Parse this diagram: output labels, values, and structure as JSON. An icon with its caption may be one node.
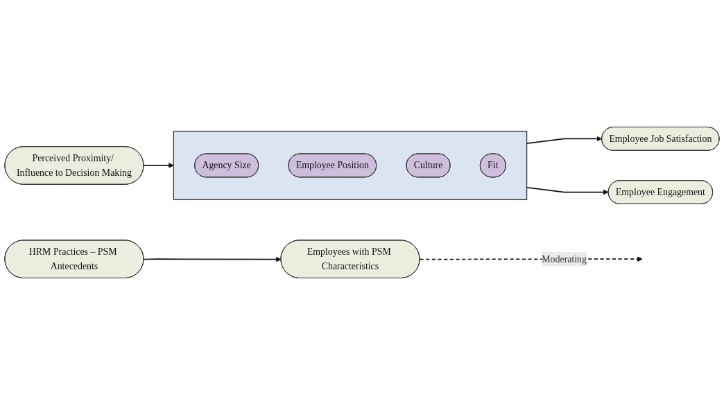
{
  "diagram": {
    "nodes": [
      {
        "text": [
          "Perceived Proximity/ Influence to Decision Making"
        ]
      },
      {
        "text": [],
        "shape": "box"
      },
      {
        "text": [
          "Agency Size"
        ],
        "in": 1
      },
      {
        "text": [
          "Employee Position"
        ],
        "in": 1
      },
      {
        "text": [
          "Culture"
        ],
        "in": 1
      },
      {
        "text": [
          "Fit"
        ],
        "in": 1
      },
      {
        "text": [
          "Employee Job Satisfaction"
        ]
      },
      {
        "text": [
          "Employee Engagement"
        ]
      },
      {
        "text": [
          "HRM Practices – PSM Antecedents"
        ]
      },
      {
        "text": [
          "Employees with PSM Characteristics"
        ]
      }
    ],
    "edges": [
      {
        "from": 0,
        "to": 1,
        "arrow": "to"
      },
      {
        "from": 1,
        "to": 6,
        "arrow": "to"
      },
      {
        "from": 1,
        "to": 7,
        "arrow": "to"
      },
      {
        "from": 8,
        "to": 9,
        "arrow": "to"
      },
      {
        "from": 9,
        "to": null,
        "arrow": "to",
        "style": "dashed",
        "label": "Moderating"
      }
    ]
  }
}
